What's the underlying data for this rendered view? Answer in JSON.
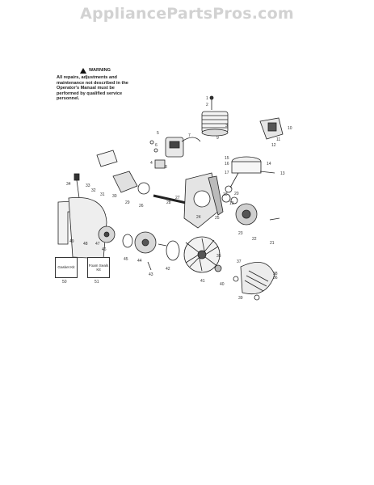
{
  "watermark": "AppliancePartsPros.com",
  "warning": {
    "title": "WARNING",
    "text": "All repairs, adjustments and maintenance not described in the Operator's Manual must be performed by qualified service personnel."
  },
  "kits": [
    {
      "label": "Gasket Kit",
      "number": "50"
    },
    {
      "label": "Foam Seals Kit",
      "number": "51"
    }
  ],
  "part_labels": [
    "1",
    "2",
    "3",
    "4",
    "5",
    "6",
    "7",
    "8",
    "9",
    "10",
    "11",
    "12",
    "13",
    "14",
    "15",
    "16",
    "17",
    "18",
    "19",
    "20",
    "21",
    "22",
    "23",
    "24",
    "25",
    "26",
    "27",
    "28",
    "29",
    "30",
    "31",
    "32",
    "33",
    "34",
    "35",
    "36",
    "37",
    "38",
    "39",
    "40",
    "41",
    "42",
    "43",
    "44",
    "45",
    "46",
    "47",
    "48",
    "49"
  ]
}
